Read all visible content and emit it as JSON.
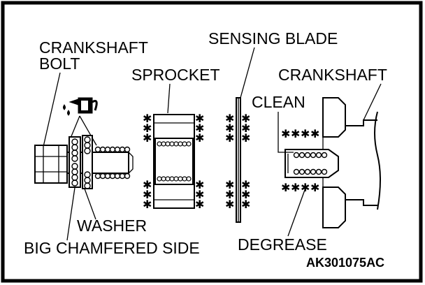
{
  "labels": {
    "crankshaft_bolt_line1": "CRANKSHAFT",
    "crankshaft_bolt_line2": "BOLT",
    "sprocket": "SPROCKET",
    "sensing_blade": "SENSING BLADE",
    "crankshaft": "CRANKSHAFT",
    "clean": "CLEAN",
    "washer": "WASHER",
    "big_chamfered_side": "BIG CHAMFERED SIDE",
    "degrease": "DEGREASE",
    "figure_code": "AK301075AC"
  },
  "icons": {
    "oil_can": "oil-can-icon",
    "degrease_marker": "asterisk-icon"
  },
  "colors": {
    "ink": "#000000",
    "background": "#ffffff"
  }
}
